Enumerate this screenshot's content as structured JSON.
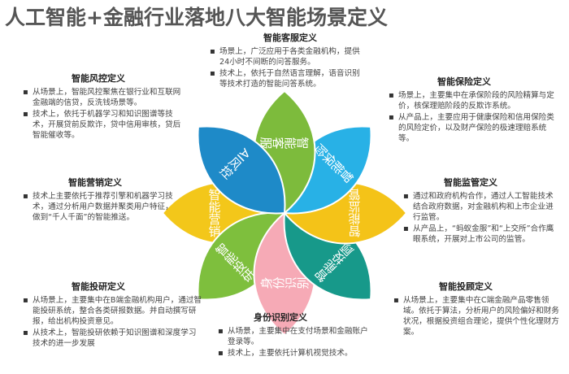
{
  "title": "人工智能+金融行业落地八大智能场景定义",
  "center": {
    "colors": {
      "green": "#7dbb3c",
      "cyan": "#2ab0e3",
      "yellow": "#f4c318",
      "blue": "#1a86c6",
      "teal": "#1a9a8e",
      "pink": "#f7a9b4"
    }
  },
  "petals": [
    {
      "label": "智能客服",
      "color": "#7dbb3c"
    },
    {
      "label": "智能保险",
      "color": "#28b1e6"
    },
    {
      "label": "智能监管",
      "color": "#f4c318"
    },
    {
      "label": "智能投顾",
      "color": "#17998a"
    },
    {
      "label": "身份识别",
      "color": "#f6aab6"
    },
    {
      "label": "智能投研",
      "color": "#7ebf3d"
    },
    {
      "label": "智能营销",
      "color": "#f3c71a"
    },
    {
      "label": "AI风控",
      "color": "#1e8ac8"
    }
  ],
  "blocks": {
    "kefu": {
      "title": "智能客服定义",
      "items": [
        "场景上，广泛应用于各类金融机构，提供24小时不间断的问答服务。",
        "技术上，依托于自然语言理解，语音识别等技术打造的智能问答系统。"
      ]
    },
    "fengkong": {
      "title": "智能风控定义",
      "items": [
        "从场景上，智能风控聚焦在银行业和互联网金融端的信贷，反洗钱场景等。",
        "技术上，依托于机器学习和知识图谱等技术，开展贷前反欺诈，贷中信用审核，贷后智能催收等。"
      ]
    },
    "baoxian": {
      "title": "智能保险定义",
      "items": [
        "场景上，主要集中在承保阶段的风险精算与定价，核保理赔阶段的反欺诈系统。",
        "从产品上，主要应用于健康保险和信用保险类的风险定价，以及财产保险的极速理赔系统等。"
      ]
    },
    "yingxiao": {
      "title": "智能营销定义",
      "items": [
        "技术上主要依托于推荐引擎和机器学习技术，通过分析用户数据并聚类用户特征，做到“千人千面”的智能推送。"
      ]
    },
    "jianguan": {
      "title": "智能监管定义",
      "items": [
        "通过和政府机构合作，通过人工智能技术结合政府数据，对金融机构和上市企业进行监管。",
        "从产品上，“蚂蚁金服”和“上交所”合作鹰眼系统，开展对上市公司的监管。"
      ]
    },
    "touyan": {
      "title": "智能投研定义",
      "items": [
        "从场景上，主要集中在B端金融机构用户，通过智能投研系统，整合各类研报数据。并自动撰写研报，给出机构投资意见。",
        "从技术上，智能投研依赖于知识图谱和深度学习技术的进一步发展"
      ]
    },
    "shenfen": {
      "title": "身份识别定义",
      "items": [
        "从场景，主要集中在支付场景和金融账户登录等。",
        "技术上，主要依托计算机视觉技术。"
      ]
    },
    "tougu": {
      "title": "智能投顾定义",
      "items": [
        "从场景上，主要集中在C端金融产品零售领域。依托于算法，分析用户的风险偏好和财务状况，根据投资组合理论，提供个性化理财方案。"
      ]
    }
  }
}
